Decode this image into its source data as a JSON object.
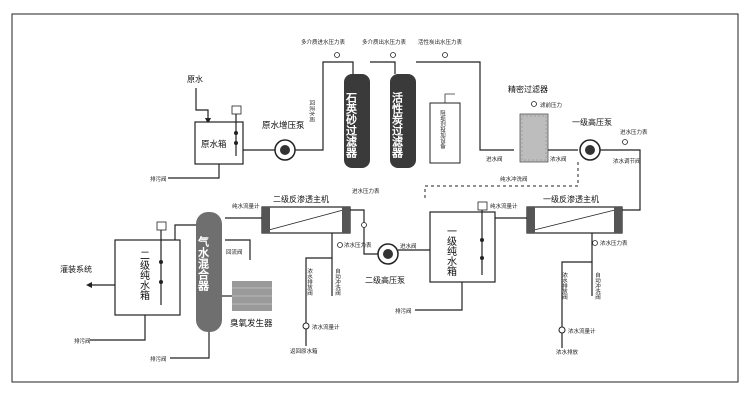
{
  "labels": {
    "raw_water": "原水",
    "raw_water_tank": "原水箱",
    "raw_water_booster_pump": "原水增压泵",
    "drain_valve_1": "排污阀",
    "multi_media_outlet_gauge": "多介质进水压力表",
    "multi_media_inlet_gauge": "多介质出水压力表",
    "carbon_outlet_gauge": "活性炭出水压力表",
    "return_valve": "回流水阀",
    "quartz_filter": "石英砂过滤器",
    "carbon_filter": "活性炭过滤器",
    "dosing_device": "阻垢剂投加设备",
    "precision_filter": "精密过滤器",
    "filter_pressure": "滤前压力",
    "first_hp_pump": "一级高压泵",
    "inlet_valve_1": "进水阀",
    "concentrate_valve_1": "浓水阀",
    "water_gauge_1": "进水压力表",
    "concentrate_regulator": "浓水调节阀",
    "flush_valve": "纯水冲洗阀",
    "second_ro": "二级反渗透主机",
    "first_ro": "一级反渗透主机",
    "pure_flow_1": "纯水流量计",
    "inlet_gauge_2": "进水压力表",
    "second_hp_pump": "二级高压泵",
    "inlet_valve_2": "进水阀",
    "first_pure_tank": "一级纯水箱",
    "pure_flow_2": "纯水流量计",
    "concentrate_gauge_1": "浓水压力表",
    "concentrate_gauge_2": "浓水压力表",
    "concentrate_drain_1": "浓水排放阀",
    "auto_flush_1": "自动冲洗阀",
    "concentrate_drain_2": "浓水排放阀",
    "auto_flush_2": "自动冲洗阀",
    "concentrate_flow_1": "浓水流量计",
    "concentrate_flow_2": "浓水流量计",
    "return_raw_tank": "返回原水箱",
    "concentrate_tank": "浓水排放",
    "drain_valve_2": "排污阀",
    "drain_valve_3": "排污阀",
    "drain_valve_4": "排污阀",
    "second_pure_tank": "二级纯水箱",
    "filling_system": "灌装系统",
    "gas_water_mixer": "气水混合器",
    "ozone_generator": "臭氧发生器",
    "return_line": "回流阀"
  }
}
